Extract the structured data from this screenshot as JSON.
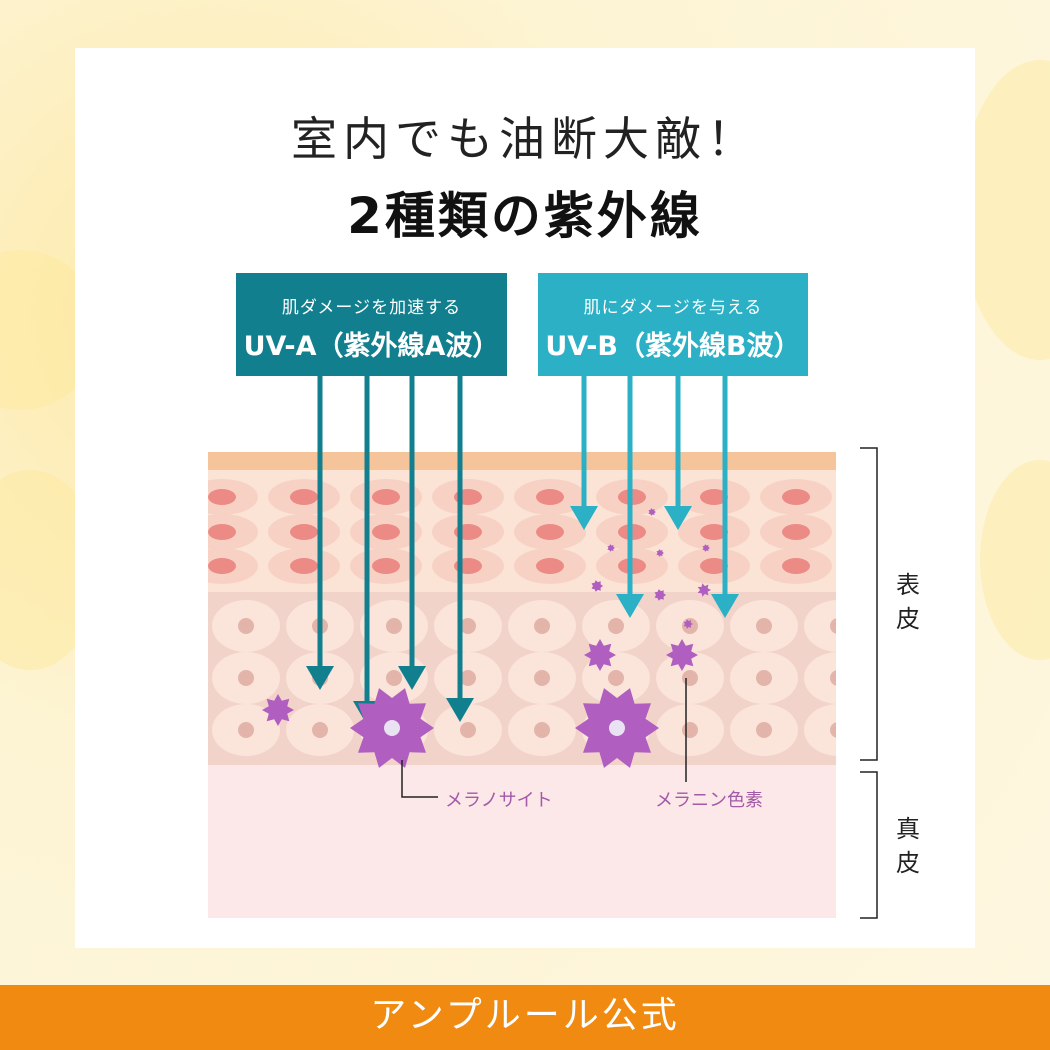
{
  "title": {
    "line1": "室内でも油断大敵！",
    "line2": "2種類の紫外線"
  },
  "uva": {
    "subtitle": "肌ダメージを加速する",
    "label": "UV-A（紫外線A波）",
    "color": "#127f8f"
  },
  "uvb": {
    "subtitle": "肌にダメージを与える",
    "label": "UV-B（紫外線B波）",
    "color": "#2bb0c6"
  },
  "labels": {
    "melanocyte": "メラノサイト",
    "melanin": "メラニン色素",
    "epidermis": "表皮",
    "dermis": "真皮"
  },
  "footer": {
    "brand": "アンプルール公式"
  },
  "colors": {
    "melanin": "#b05ec0",
    "footer": "#f08a10"
  }
}
